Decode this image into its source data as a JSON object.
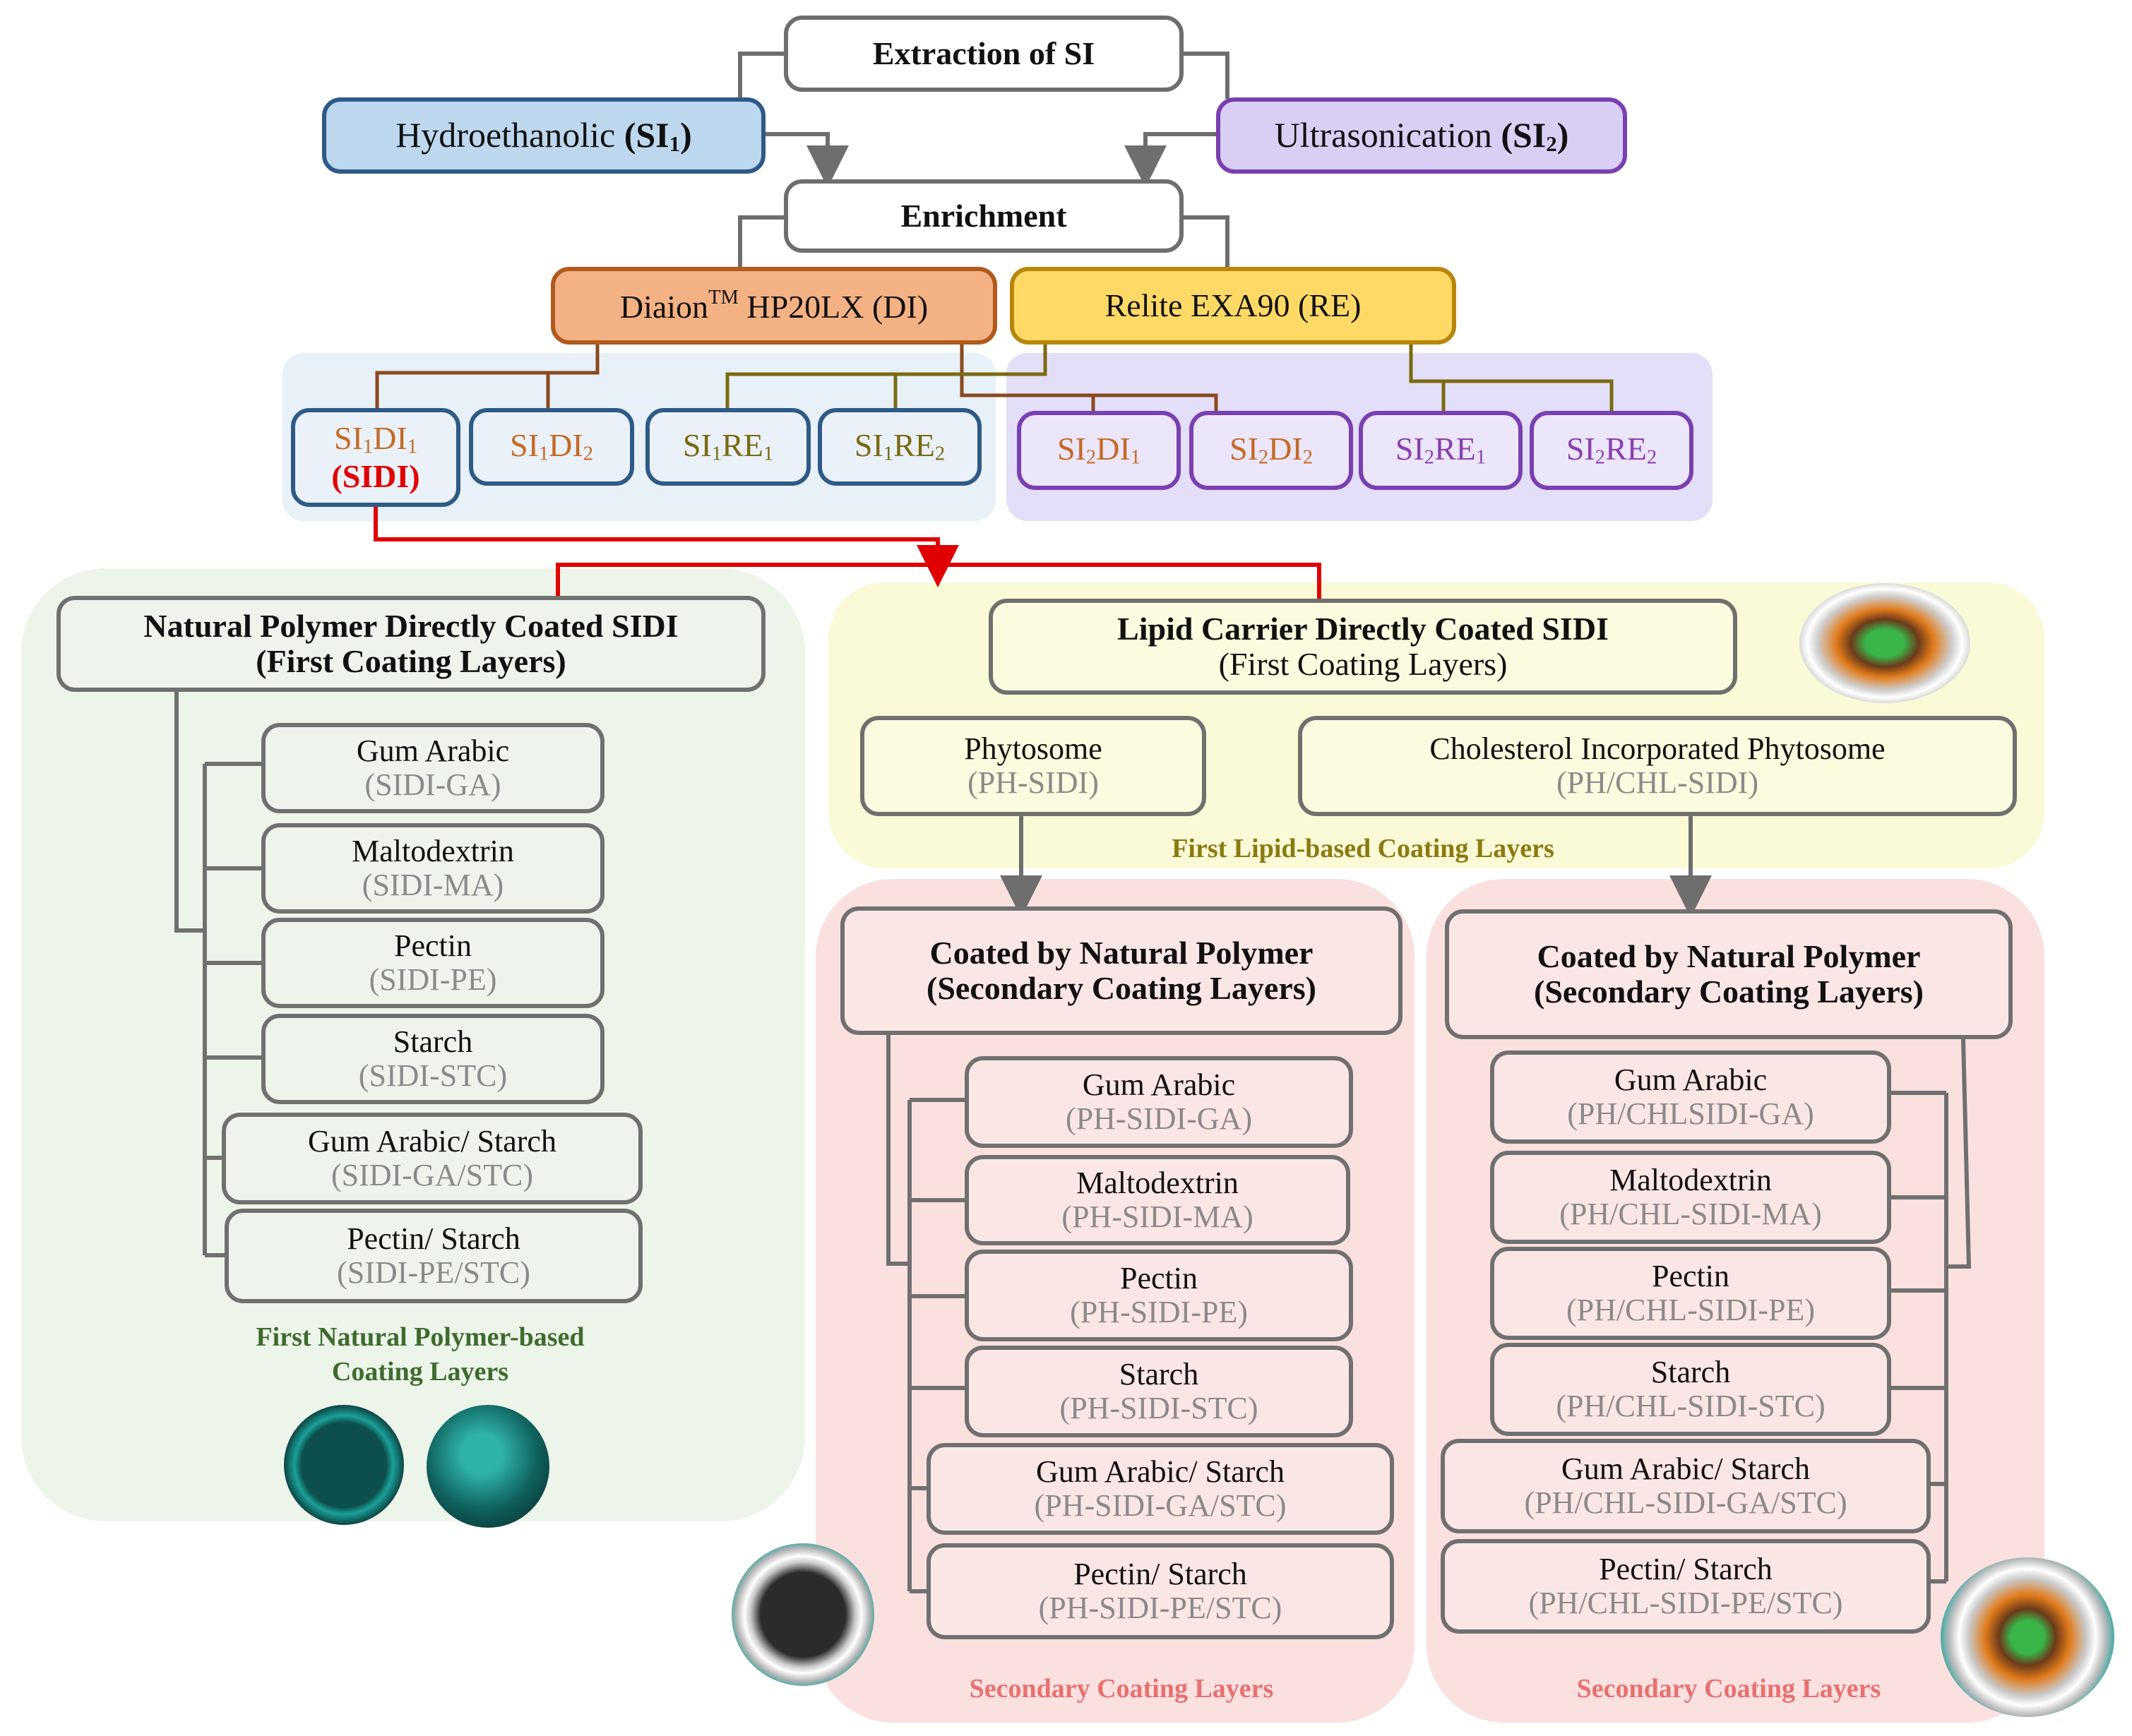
{
  "top": {
    "extraction": "Extraction of SI",
    "hydro": {
      "label": "Hydroethanolic ",
      "code_open": "(SI",
      "code_sub": "1",
      "code_close": ")"
    },
    "ultra": {
      "label": "Ultrasonication ",
      "code_open": "(SI",
      "code_sub": "2",
      "code_close": ")"
    },
    "enrichment": "Enrichment",
    "diaion": {
      "pre": "Diaion",
      "sup": "TM",
      "post": " HP20LX (DI)"
    },
    "relite": "Relite EXA90 (RE)"
  },
  "samples": [
    {
      "a": "SI",
      "s1": "1",
      "b": "DI",
      "s2": "1",
      "extra": "(SIDI)"
    },
    {
      "a": "SI",
      "s1": "1",
      "b": "DI",
      "s2": "2"
    },
    {
      "a": "SI",
      "s1": "1",
      "b": "RE",
      "s2": "1"
    },
    {
      "a": "SI",
      "s1": "1",
      "b": "RE",
      "s2": "2"
    },
    {
      "a": "SI",
      "s1": "2",
      "b": "DI",
      "s2": "1"
    },
    {
      "a": "SI",
      "s1": "2",
      "b": "DI",
      "s2": "2"
    },
    {
      "a": "SI",
      "s1": "2",
      "b": "RE",
      "s2": "1"
    },
    {
      "a": "SI",
      "s1": "2",
      "b": "RE",
      "s2": "2"
    }
  ],
  "natural": {
    "title1": "Natural Polymer Directly Coated SIDI",
    "title2": "(First Coating Layers)",
    "items": [
      {
        "name": "Gum Arabic",
        "code": "(SIDI-GA)"
      },
      {
        "name": "Maltodextrin",
        "code": "(SIDI-MA)"
      },
      {
        "name": "Pectin",
        "code": "(SIDI-PE)"
      },
      {
        "name": "Starch",
        "code": "(SIDI-STC)"
      },
      {
        "name": "Gum Arabic/ Starch",
        "code": "(SIDI-GA/STC)"
      },
      {
        "name": "Pectin/ Starch",
        "code": "(SIDI-PE/STC)"
      }
    ],
    "caption1": "First Natural Polymer-based",
    "caption2": "Coating Layers"
  },
  "lipid": {
    "title1": "Lipid Carrier Directly Coated SIDI",
    "title2": "(First Coating Layers)",
    "phytosome": {
      "name": "Phytosome",
      "code": "(PH-SIDI)"
    },
    "cholesterol": {
      "name": "Cholesterol Incorporated Phytosome",
      "code": "(PH/CHL-SIDI)"
    },
    "caption": "First Lipid-based Coating Layers"
  },
  "secondary_left": {
    "title1": "Coated by Natural Polymer",
    "title2": "(Secondary Coating Layers)",
    "items": [
      {
        "name": "Gum Arabic",
        "code": "(PH-SIDI-GA)"
      },
      {
        "name": "Maltodextrin",
        "code": "(PH-SIDI-MA)"
      },
      {
        "name": "Pectin",
        "code": "(PH-SIDI-PE)"
      },
      {
        "name": "Starch",
        "code": "(PH-SIDI-STC)"
      },
      {
        "name": "Gum Arabic/ Starch",
        "code": "(PH-SIDI-GA/STC)"
      },
      {
        "name": "Pectin/ Starch",
        "code": "(PH-SIDI-PE/STC)"
      }
    ],
    "caption": "Secondary Coating Layers"
  },
  "secondary_right": {
    "title1": "Coated by Natural Polymer",
    "title2": "(Secondary Coating Layers)",
    "items": [
      {
        "name": "Gum Arabic",
        "code": "(PH/CHLSIDI-GA)"
      },
      {
        "name": "Maltodextrin",
        "code": "(PH/CHL-SIDI-MA)"
      },
      {
        "name": "Pectin",
        "code": "(PH/CHL-SIDI-PE)"
      },
      {
        "name": "Starch",
        "code": "(PH/CHL-SIDI-STC)"
      },
      {
        "name": "Gum Arabic/ Starch",
        "code": "(PH/CHL-SIDI-GA/STC)"
      },
      {
        "name": "Pectin/ Starch",
        "code": "(PH/CHL-SIDI-PE/STC)"
      }
    ],
    "caption": "Secondary Coating Layers"
  },
  "colors": {
    "hydro_fill": "#bdd7ee",
    "hydro_border": "#2e5a86",
    "ultra_fill": "#d9cff5",
    "ultra_border": "#7a3fb0",
    "diaion_fill": "#f4b183",
    "diaion_border": "#b05a1e",
    "relite_fill": "#ffd966",
    "relite_border": "#b8860b",
    "si1_text": "#c46a24",
    "si1re_text": "#7a6a10",
    "si2_text": "#8a3fb0",
    "highlight": "#e00000",
    "region_blue": "#e8f0f8",
    "region_purple": "#e3dff8",
    "region_green": "#edf4ea",
    "region_yellow": "#fafad6",
    "region_pink": "#fbe0e0",
    "caption_green": "#3e6b2e",
    "caption_olive": "#8a7a10",
    "caption_pink": "#e87070"
  }
}
